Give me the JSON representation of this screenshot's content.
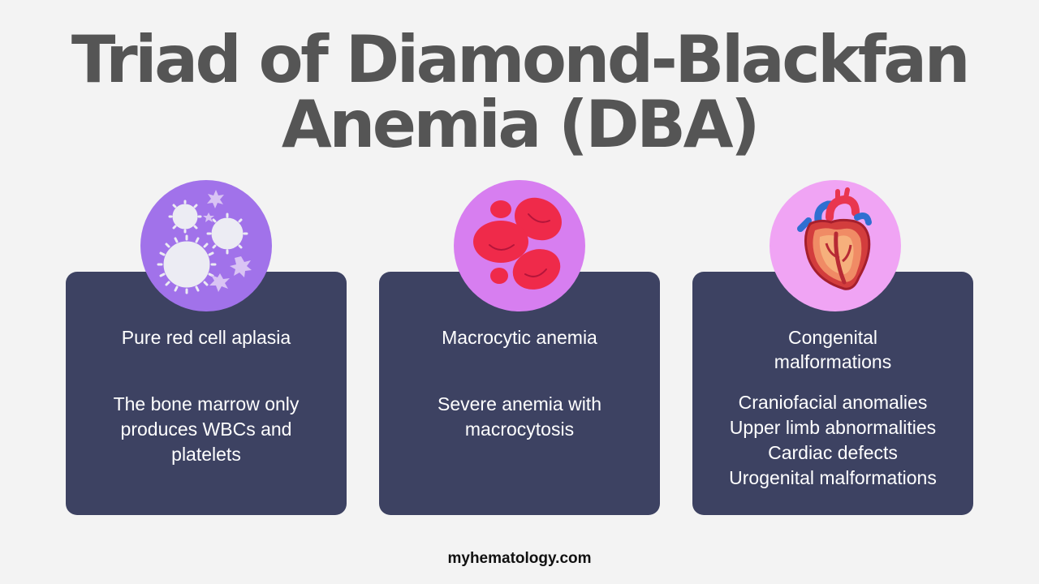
{
  "title": {
    "line1": "Triad of Diamond-Blackfan",
    "line2": "Anemia (DBA)"
  },
  "cards": [
    {
      "icon": "white-blood-cells-platelets-icon",
      "circle_color": "#a172ea",
      "heading": "Pure red cell aplasia",
      "description": [
        "The bone marrow only",
        "produces WBCs and",
        "platelets"
      ]
    },
    {
      "icon": "red-blood-cells-icon",
      "circle_color": "#d77ef0",
      "heading": "Macrocytic anemia",
      "description": [
        "Severe anemia with",
        "macrocytosis"
      ]
    },
    {
      "icon": "heart-icon",
      "circle_color": "#f0a4f4",
      "heading": "Congenital malformations",
      "description": [
        "Craniofacial anomalies",
        "Upper limb abnormalities",
        "Cardiac defects",
        "Urogenital malformations"
      ]
    }
  ],
  "footer": "myhematology.com"
}
